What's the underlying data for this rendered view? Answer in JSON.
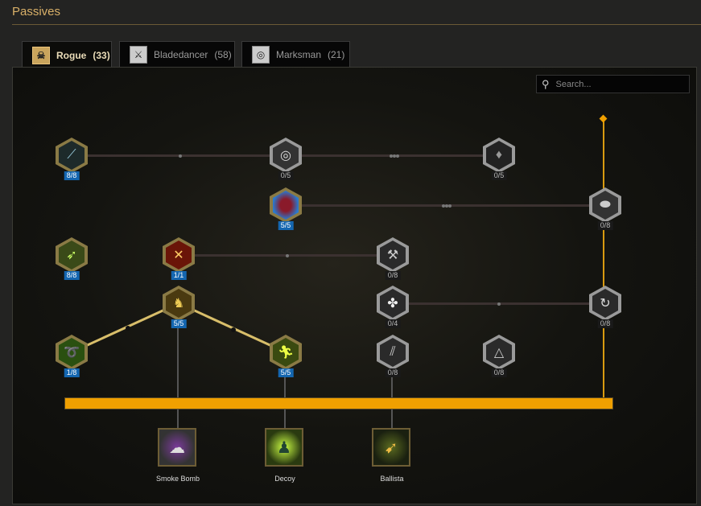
{
  "header": {
    "title": "Passives"
  },
  "tabs": [
    {
      "label": "Rogue",
      "count": "(33)",
      "icon": "rogue-icon"
    },
    {
      "label": "Bladedancer",
      "count": "(58)",
      "icon": "bladedancer-icon"
    },
    {
      "label": "Marksman",
      "count": "(21)",
      "icon": "marksman-icon"
    }
  ],
  "search": {
    "placeholder": "Search..."
  },
  "nodes": [
    {
      "name": "triple-blades",
      "points": "8/8"
    },
    {
      "name": "whirlwind",
      "points": "0/5"
    },
    {
      "name": "dark-drop",
      "points": "0/5"
    },
    {
      "name": "red-orb",
      "points": "5/5"
    },
    {
      "name": "stone-shield",
      "points": "0/8"
    },
    {
      "name": "green-arrows",
      "points": "8/8"
    },
    {
      "name": "crossed-swords",
      "points": "1/1"
    },
    {
      "name": "hammer",
      "points": "0/8"
    },
    {
      "name": "golden-beast",
      "points": "5/5"
    },
    {
      "name": "clover",
      "points": "0/4"
    },
    {
      "name": "swirl",
      "points": "0/8"
    },
    {
      "name": "green-spiral",
      "points": "1/8"
    },
    {
      "name": "running-man",
      "points": "5/5"
    },
    {
      "name": "claws",
      "points": "0/8"
    },
    {
      "name": "triangle-knot",
      "points": "0/8"
    }
  ],
  "abilities": [
    {
      "label": "Smoke Bomb"
    },
    {
      "label": "Decoy"
    },
    {
      "label": "Ballista"
    }
  ],
  "colors": {
    "accent": "#f0a000",
    "active_badge": "#1466b0",
    "title": "#d9b068"
  }
}
